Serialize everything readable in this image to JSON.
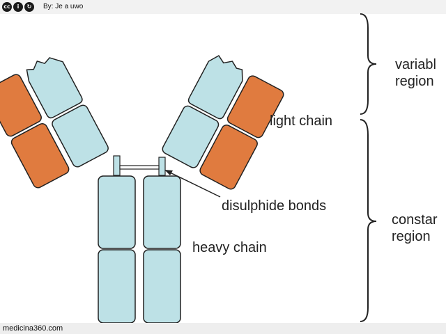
{
  "header": {
    "license_icons": [
      "cc-icon",
      "by-icon",
      "sa-icon"
    ],
    "credit": "By: Je a uwo"
  },
  "footer": {
    "site": "medicina360.com"
  },
  "labels": {
    "variable_region": [
      "variabl",
      "region"
    ],
    "light_chain": "light chain",
    "disulphide_bonds": "disulphide bonds",
    "heavy_chain": "heavy chain",
    "constant_region": [
      "constar",
      "region"
    ]
  },
  "colors": {
    "light_domain": "#bde1e6",
    "heavy_chain_variable": "#e07b3f",
    "outline": "#222222",
    "bar_background": "#f2f2f2"
  }
}
